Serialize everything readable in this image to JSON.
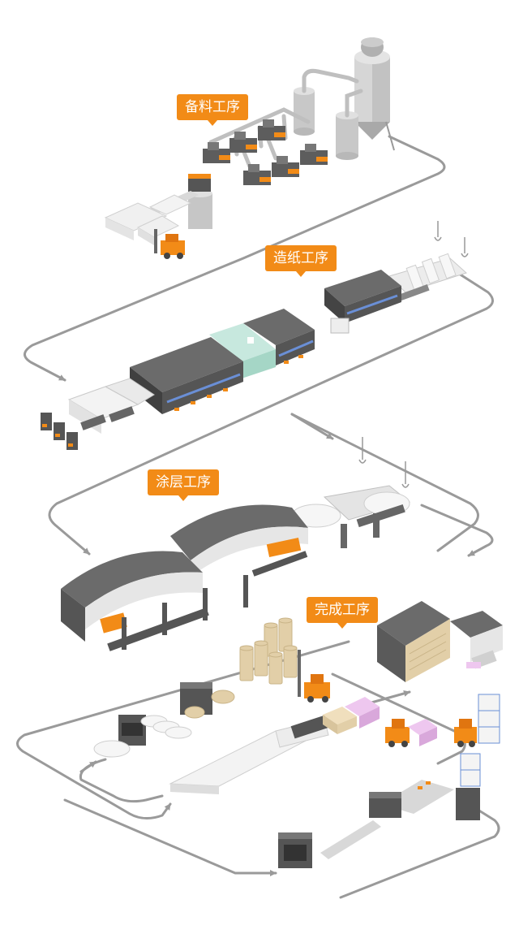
{
  "stages": [
    {
      "label": "备料工序"
    },
    {
      "label": "造纸工序"
    },
    {
      "label": "涂层工序"
    },
    {
      "label": "完成工序"
    }
  ],
  "colors": {
    "accent": "#f28b17",
    "path": "#9a9a9a",
    "machine_dark": "#555555",
    "machine_mid": "#8c8c8c",
    "machine_light": "#d8d8d8",
    "paper_white": "#f4f4f4",
    "cardboard": "#e2cfa8",
    "pink_goods": "#eec7ef",
    "glass": "#bde4d8",
    "blue_trim": "#6a8fd6"
  }
}
